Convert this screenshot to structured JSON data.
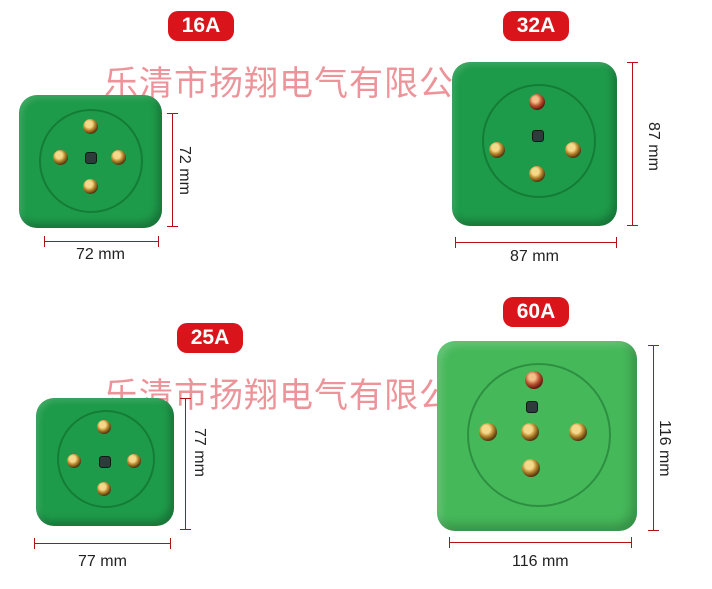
{
  "watermark": "乐清市扬翔电气有限公司",
  "products": [
    {
      "rating": "16A",
      "width_label": "72 mm",
      "height_label": "72 mm"
    },
    {
      "rating": "32A",
      "width_label": "87 mm",
      "height_label": "87 mm"
    },
    {
      "rating": "25A",
      "width_label": "77 mm",
      "height_label": "77 mm"
    },
    {
      "rating": "60A",
      "width_label": "116 mm",
      "height_label": "116 mm"
    }
  ],
  "colors": {
    "badge": "#d9141b",
    "socket_dark": "#1e9b4a",
    "socket_light": "#45b85a",
    "dimension_line": "#b5101a"
  }
}
